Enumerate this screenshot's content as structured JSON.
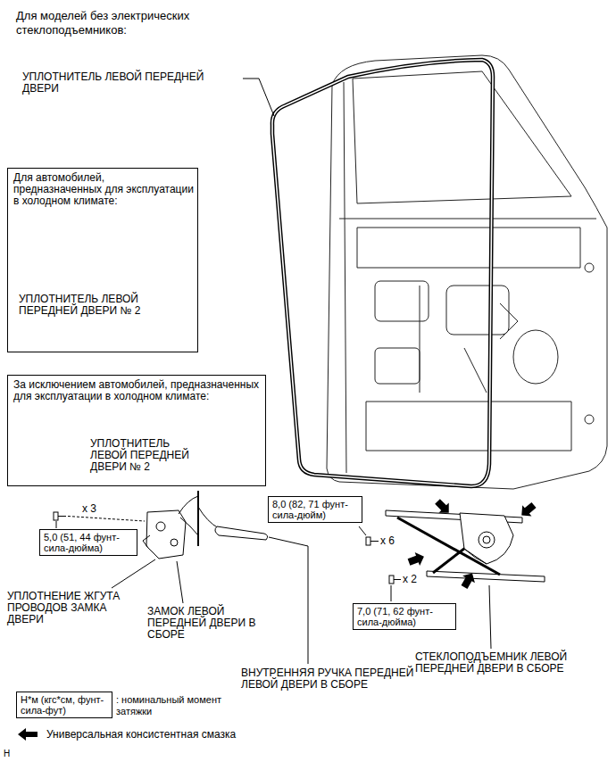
{
  "diagram": {
    "title": "Для моделей без электрических стеклоподъемников:",
    "nodes": [
      {
        "text": [
          "Для автомобилей, предназначенных для эксплуатации в холодном климате:",
          "УПЛОТНИТЕЛЬ ЛЕВОЙ ПЕРЕДНЕЙ ДВЕРИ № 2"
        ]
      },
      {
        "text": [
          "За исключением автомобилей, предназначенных для эксплуатации в холодном климате:",
          "УПЛОТНИТЕЛЬ ЛЕВОЙ ПЕРЕДНЕЙ ДВЕРИ № 2"
        ]
      },
      {
        "text": [
          "5,0 (51, 44 фунт-сила-дюйма)"
        ]
      },
      {
        "text": [
          "8,0 (82, 71 фунт-сила-дюйм)"
        ]
      },
      {
        "text": [
          "7,0 (71, 62 фунт-сила-дюйма)"
        ]
      },
      {
        "text": [
          "Н*м (кгс*см, фунт-сила-фут)"
        ]
      }
    ],
    "labels": [
      "УПЛОТНИТЕЛЬ ЛЕВОЙ ПЕРЕДНЕЙ ДВЕРИ",
      "x 3",
      "x 6",
      "x 2",
      "УПЛОТНЕНИЕ ЖГУТА ПРОВОДОВ ЗАМКА ДВЕРИ",
      "ЗАМОК ЛЕВОЙ ПЕРЕДНЕЙ ДВЕРИ В СБОРЕ",
      "ВНУТРЕННЯЯ РУЧКА ПЕРЕДНЕЙ ЛЕВОЙ ДВЕРИ В СБОРЕ",
      "СТЕКЛОПОДЪЕМНИК ЛЕВОЙ ПЕРЕДНЕЙ ДВЕРИ В СБОРЕ",
      ": номинальный момент затяжки",
      "H"
    ],
    "legend": [
      {
        "text": "Универсальная консистентная смазка"
      }
    ]
  }
}
